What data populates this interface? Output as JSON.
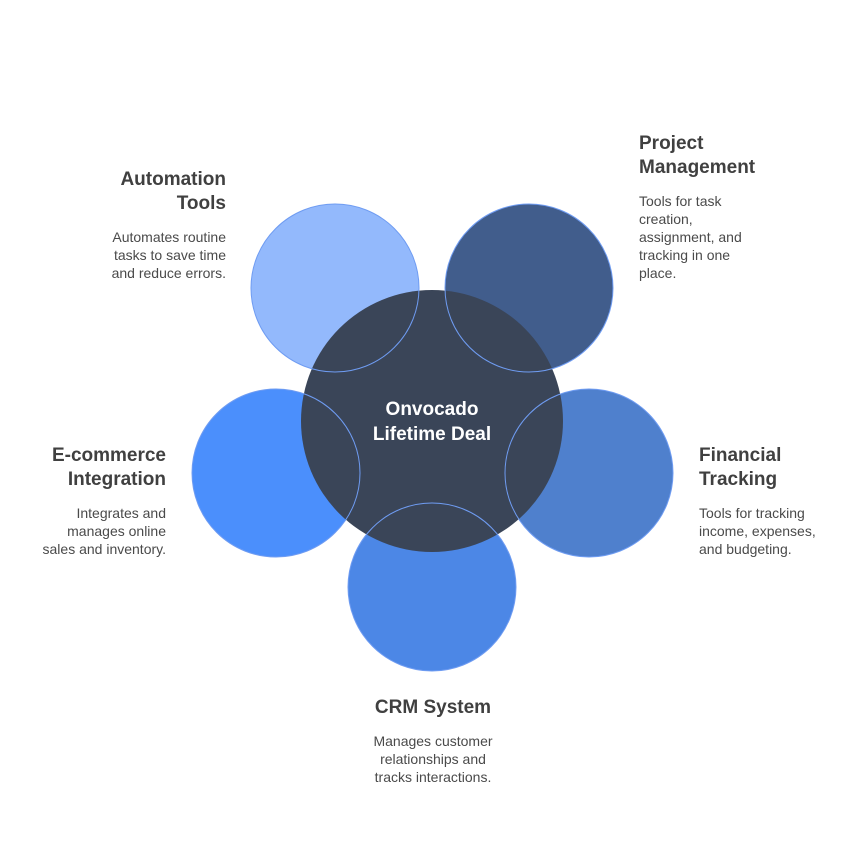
{
  "center": {
    "line1": "Onvocado",
    "line2": "Lifetime Deal",
    "color": "#3a4558"
  },
  "nodes": [
    {
      "id": "automation",
      "title_line1": "Automation",
      "title_line2": "Tools",
      "desc_lines": [
        "Automates routine",
        "tasks to save time",
        "and reduce errors."
      ],
      "color": "#93b9fc"
    },
    {
      "id": "project",
      "title_line1": "Project",
      "title_line2": "Management",
      "desc_lines": [
        "Tools for task",
        "creation,",
        "assignment, and",
        "tracking in one",
        "place."
      ],
      "color": "#415d8c"
    },
    {
      "id": "ecommerce",
      "title_line1": "E-commerce",
      "title_line2": "Integration",
      "desc_lines": [
        "Integrates and",
        "manages online",
        "sales and inventory."
      ],
      "color": "#4b8ffc"
    },
    {
      "id": "financial",
      "title_line1": "Financial",
      "title_line2": "Tracking",
      "desc_lines": [
        "Tools for tracking",
        "income, expenses,",
        "and budgeting."
      ],
      "color": "#4f80cd"
    },
    {
      "id": "crm",
      "title_line1": "CRM System",
      "title_line2": "",
      "desc_lines": [
        "Manages customer",
        "relationships and",
        "tracks interactions."
      ],
      "color": "#4c87e6"
    }
  ],
  "outline_color": "#6f9cf2"
}
